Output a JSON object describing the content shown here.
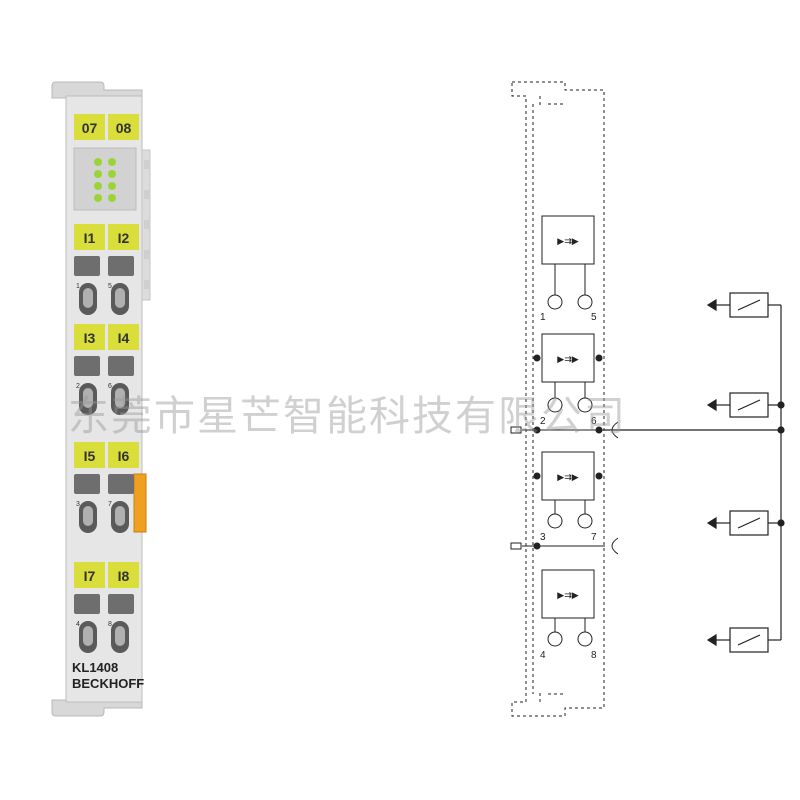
{
  "module": {
    "top_labels": [
      "07",
      "08"
    ],
    "channel_pairs": [
      {
        "left": "I1",
        "right": "I2",
        "pin_left": "1",
        "pin_right": "5"
      },
      {
        "left": "I3",
        "right": "I4",
        "pin_left": "2",
        "pin_right": "6"
      },
      {
        "left": "I5",
        "right": "I6",
        "pin_left": "3",
        "pin_right": "7"
      },
      {
        "left": "I7",
        "right": "I8",
        "pin_left": "4",
        "pin_right": "8"
      }
    ],
    "model": "KL1408",
    "brand": "BECKHOFF",
    "colors": {
      "housing": "#e6e6e6",
      "label_yellow": "#d9de3a",
      "led_green": "#9ad43a",
      "tab_orange": "#f0a020"
    }
  },
  "schematic": {
    "channels": [
      {
        "pin_left": "1",
        "pin_right": "5"
      },
      {
        "pin_left": "2",
        "pin_right": "6"
      },
      {
        "pin_left": "3",
        "pin_right": "7"
      },
      {
        "pin_left": "4",
        "pin_right": "8"
      }
    ]
  },
  "watermark": "东莞市星芒智能科技有限公司"
}
